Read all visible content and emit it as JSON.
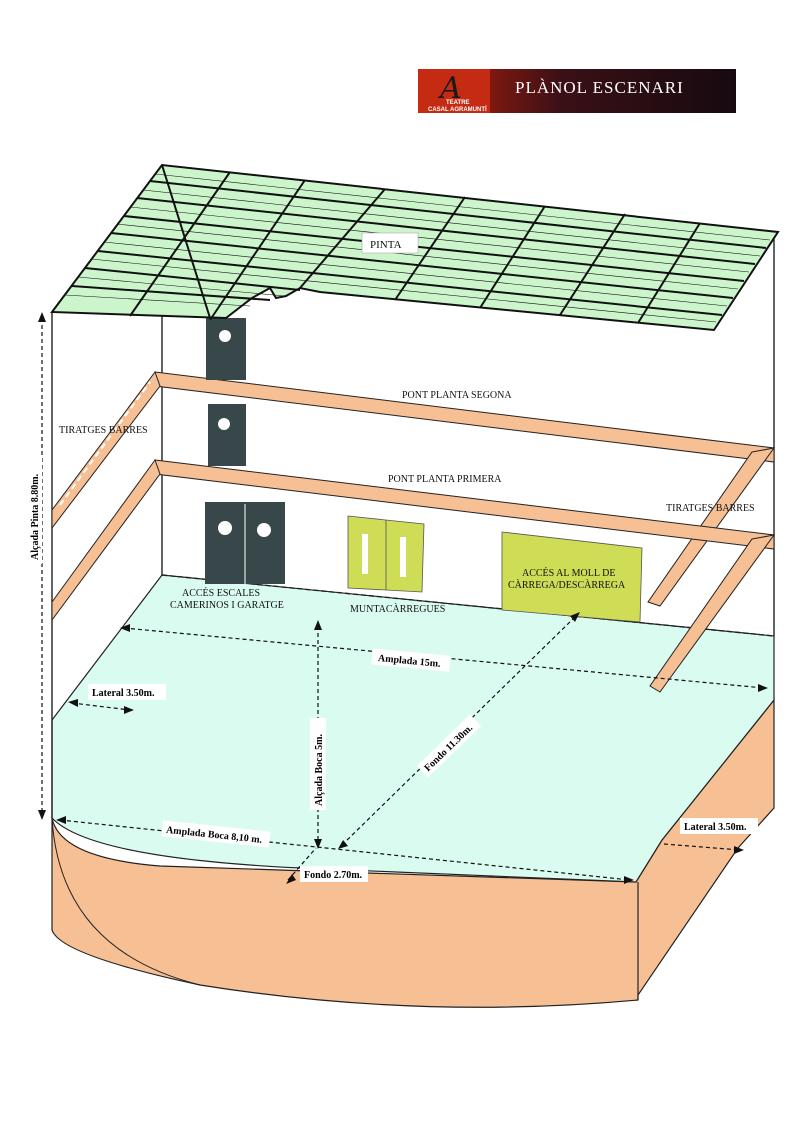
{
  "header": {
    "title": "PLÀNOL ESCENARI",
    "logo_letter": "A",
    "logo_line1": "TEATRE",
    "logo_line2": "CASAL AGRAMUNTÍ"
  },
  "labels": {
    "pinta": "PINTA",
    "pont_segona": "PONT PLANTA SEGONA",
    "pont_primera": "PONT PLANTA PRIMERA",
    "tiratges_left": "TIRATGES BARRES",
    "tiratges_right": "TIRATGES BARRES",
    "acces_escales_1": "ACCÉS ESCALES",
    "acces_escales_2": "CAMERINOS I GARATGE",
    "muntacarregues": "MUNTACÀRREGUES",
    "moll_1": "ACCÉS AL MOLL DE",
    "moll_2": "CÀRREGA/DESCÀRREGA"
  },
  "dimensions": {
    "alcada_pinta": "Alçada Pinta 8.80m.",
    "amplada": "Amplada 15m.",
    "lateral_left": "Lateral 3.50m.",
    "alcada_boca": "Alçada Boca 5m.",
    "fondo": "Fondo 11.30m.",
    "amplada_boca": "Amplada Boca 8,10 m.",
    "fondo_proscenium": "Fondo 2.70m.",
    "lateral_right": "Lateral 3.50m."
  },
  "colors": {
    "grid_fill": "#ccf5cc",
    "floor_fill": "#d9fbf0",
    "apron_fill": "#f7bf94",
    "bridge_fill": "#f7bf94",
    "door_dark": "#37474a",
    "lift_fill": "#cfdc56",
    "header_red": "#c0250f",
    "header_dark": "#1e0e12"
  }
}
